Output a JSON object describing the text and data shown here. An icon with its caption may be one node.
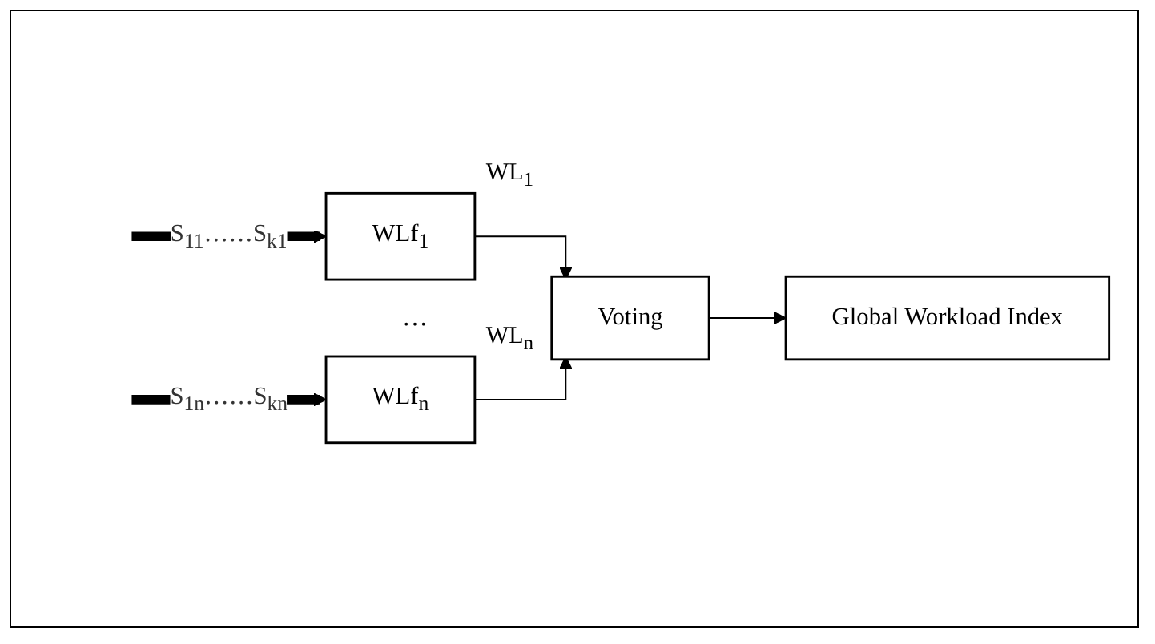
{
  "diagram": {
    "nodes": [
      {
        "text": [
          "WLf$_{1}$"
        ],
        "beside": [
          "WL$_{1}$"
        ]
      },
      {
        "text": [
          "WLf$_{n}$"
        ],
        "beside": [
          "WL$_{n}$"
        ]
      },
      {
        "text": [
          "Voting"
        ]
      },
      {
        "text": [
          "Global Workload Index"
        ]
      }
    ],
    "edges": [
      {
        "from": null,
        "to": 0,
        "arrow": "to",
        "style": "thick",
        "label": "S$_{11}$……S$_{k1}$"
      },
      {
        "from": null,
        "to": 1,
        "arrow": "to",
        "style": "thick",
        "label": "S$_{1n}$……S$_{kn}$"
      },
      {
        "from": 0,
        "to": 2,
        "arrow": "to"
      },
      {
        "from": 1,
        "to": 2,
        "arrow": "to"
      },
      {
        "from": 2,
        "to": 3,
        "arrow": "to"
      }
    ],
    "labels": [
      "…"
    ]
  }
}
